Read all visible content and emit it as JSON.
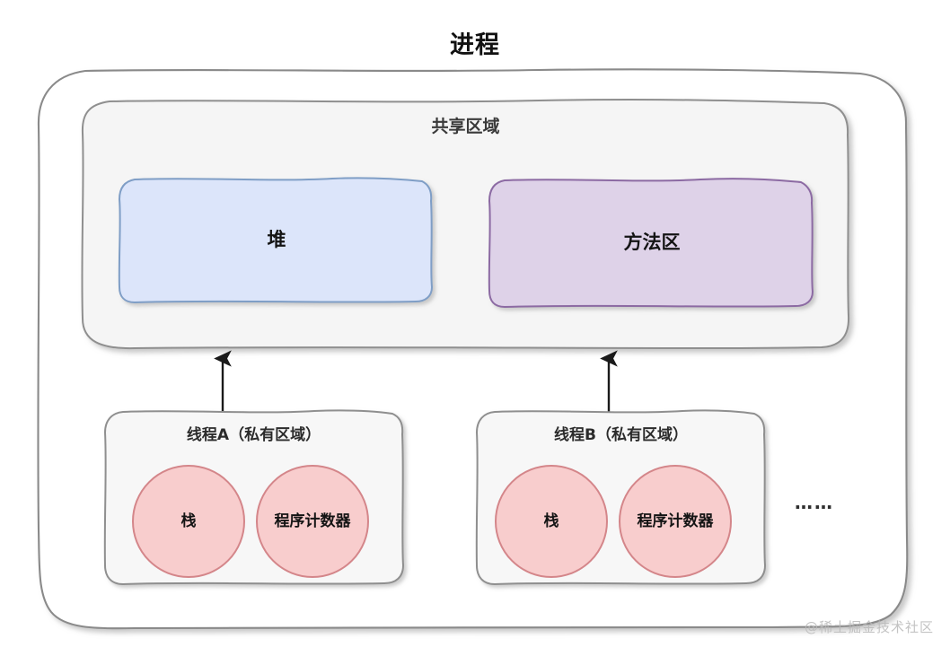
{
  "title": "进程",
  "colors": {
    "outer_border": "#8a8a8a",
    "shared_fill": "#f5f5f5",
    "shared_border": "#8f8f8f",
    "heap_fill": "#dce5fa",
    "heap_border": "#7f9ec6",
    "method_fill": "#ded2e8",
    "method_border": "#8c6ba3",
    "thread_fill": "#f7f7f7",
    "thread_border": "#8f8f8f",
    "circle_fill": "#f8cdcd",
    "circle_border": "#d4868a",
    "arrow": "#1a1a1a",
    "watermark": "#b9b9b9"
  },
  "shared": {
    "label": "共享区域",
    "regions": [
      {
        "name": "heap",
        "label": "堆"
      },
      {
        "name": "method-area",
        "label": "方法区"
      }
    ]
  },
  "threads": [
    {
      "id": "a",
      "label": "线程A（私有区域）",
      "parts": [
        {
          "name": "stack",
          "label": "栈"
        },
        {
          "name": "program-counter",
          "label": "程序计数器"
        }
      ]
    },
    {
      "id": "b",
      "label": "线程B（私有区域）",
      "parts": [
        {
          "name": "stack",
          "label": "栈"
        },
        {
          "name": "program-counter",
          "label": "程序计数器"
        }
      ]
    }
  ],
  "more_indicator": "……",
  "watermark": "@稀土掘金技术社区",
  "arrows": [
    {
      "name": "thread-a-to-shared",
      "from": "线程A（私有区域）",
      "to": "共享区域"
    },
    {
      "name": "thread-b-to-shared",
      "from": "线程B（私有区域）",
      "to": "共享区域"
    }
  ]
}
